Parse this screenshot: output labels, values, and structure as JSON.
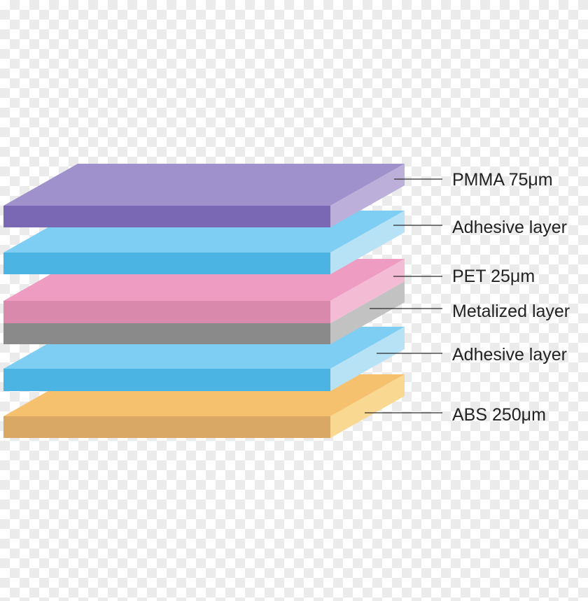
{
  "labels": {
    "pmma": "PMMA 75μm",
    "adhesive_top": "Adhesive layer",
    "pet": "PET 25μm",
    "metalized": "Metalized layer",
    "adhesive_bottom": "Adhesive layer",
    "abs": "ABS 250μm"
  },
  "colors": {
    "pmma": {
      "top": "#9f91cc",
      "front": "#7a68b4",
      "side": "#bcb0db"
    },
    "adhesive": {
      "top": "#7ecdf2",
      "front": "#4cb4e2",
      "side": "#b7e2f6"
    },
    "pet": {
      "top": "#ef9cc2",
      "front": "#d98aac",
      "side": "#f3bcd4"
    },
    "metalized": {
      "top": "#a3a3a3",
      "front": "#8a8a8a",
      "side": "#c2c2c2"
    },
    "abs": {
      "top": "#f6c16f",
      "front": "#d8a864",
      "side": "#f9d892"
    }
  }
}
